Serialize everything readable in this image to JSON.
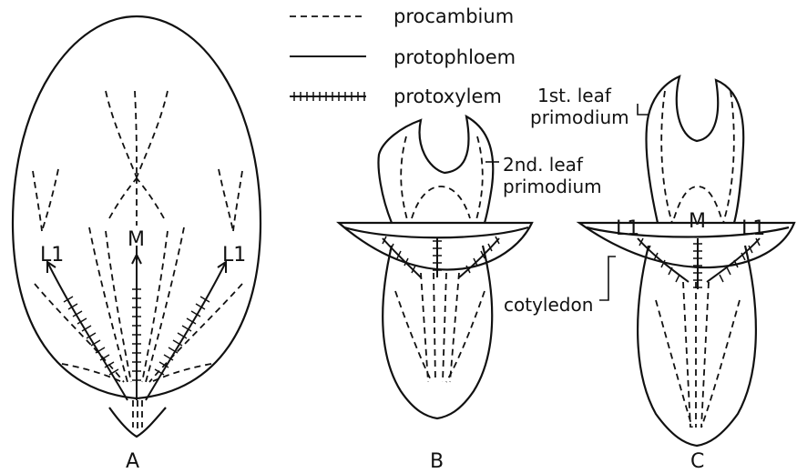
{
  "legend": {
    "procambium": "procambium",
    "protophloem": "protophloem",
    "protoxylem": "protoxylem"
  },
  "labels": {
    "first_leaf_line1": "1st. leaf",
    "first_leaf_line2": "primodium",
    "second_leaf_line1": "2nd. leaf",
    "second_leaf_line2": "primodium",
    "cotyledon": "cotyledon",
    "a_left": "L1",
    "a_mid": "M",
    "a_right": "L1",
    "c_left": "L1",
    "c_mid": "M",
    "c_right": "L1"
  },
  "panels": {
    "a": "A",
    "b": "B",
    "c": "C"
  },
  "colors": {
    "ink": "#111111",
    "background": "#ffffff"
  }
}
